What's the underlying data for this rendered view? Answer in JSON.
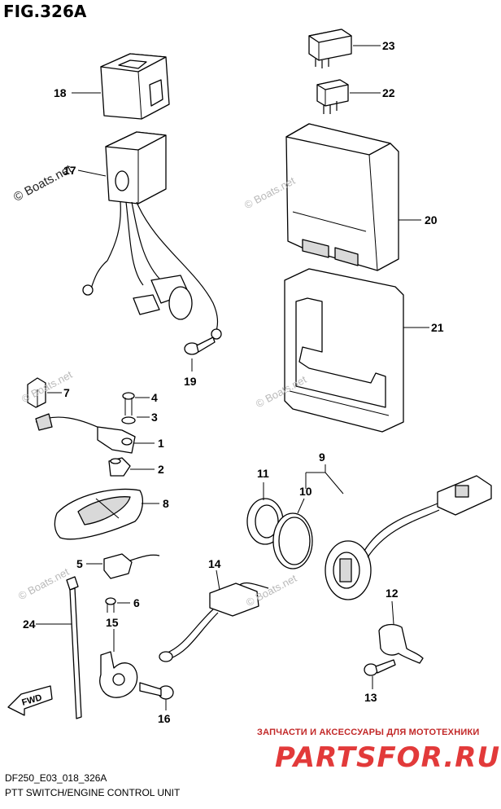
{
  "figure": {
    "title": "FIG.326A",
    "code": "DF250_E03_018_326A",
    "name": "PTT SWITCH/ENGINE CONTROL UNIT"
  },
  "watermarks": {
    "boats": "© Boats.net",
    "partsfor_tagline": "ЗАПЧАСТИ И АКСЕССУАРЫ ДЛЯ МОТОТЕХНИКИ",
    "partsfor_logo": "PARTSFOR.RU"
  },
  "callouts": [
    "1",
    "2",
    "3",
    "4",
    "5",
    "6",
    "7",
    "8",
    "9",
    "10",
    "11",
    "12",
    "13",
    "14",
    "15",
    "16",
    "17",
    "18",
    "19",
    "20",
    "21",
    "22",
    "23",
    "24"
  ],
  "fwd_label": "FWD"
}
